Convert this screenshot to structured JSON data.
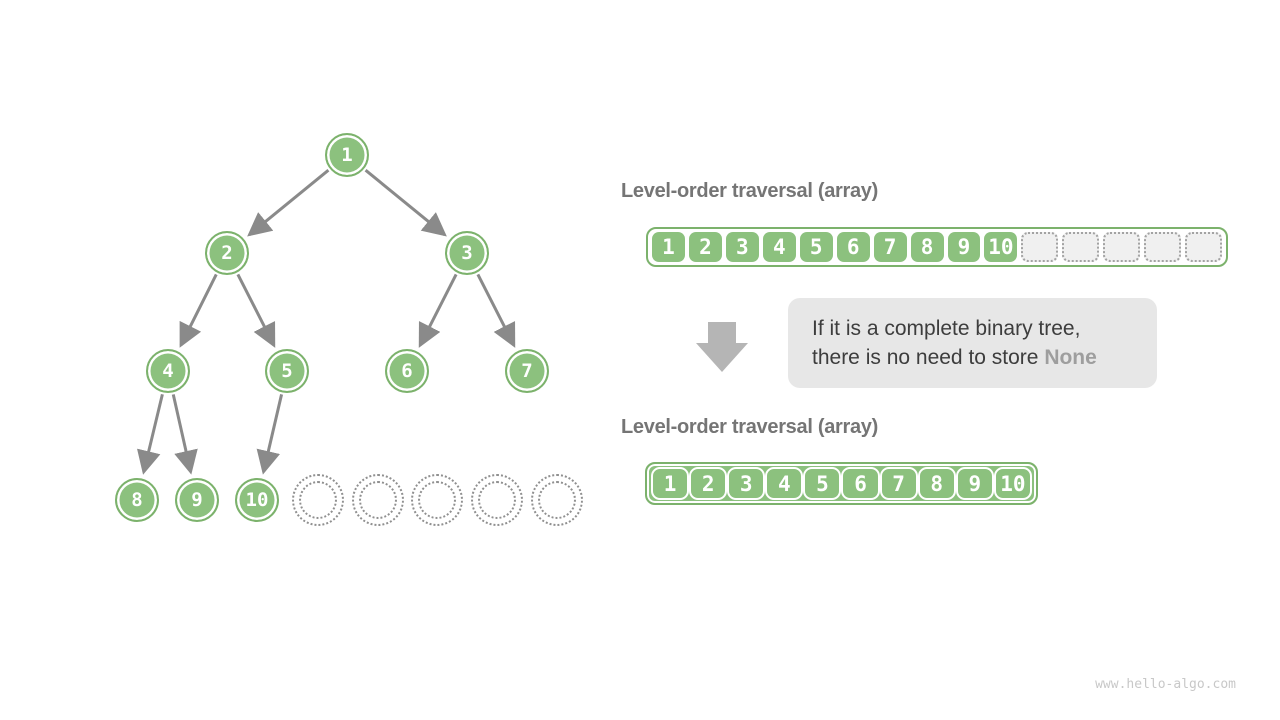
{
  "colors": {
    "node_fill": "#8cc17e",
    "node_border": "#7cb26c",
    "edge_gray": "#8a8a8a",
    "heading_gray": "#757575",
    "note_bg": "#e7e7e7",
    "note_text": "#3d3d3d",
    "none_gray": "#9e9e9e",
    "empty_cell_bg": "#f0f0f0",
    "watermark_gray": "#c8c8c8"
  },
  "tree": {
    "node_values": [
      "1",
      "2",
      "3",
      "4",
      "5",
      "6",
      "7",
      "8",
      "9",
      "10"
    ],
    "edges": [
      [
        "1",
        "2"
      ],
      [
        "1",
        "3"
      ],
      [
        "2",
        "4"
      ],
      [
        "2",
        "5"
      ],
      [
        "3",
        "6"
      ],
      [
        "3",
        "7"
      ],
      [
        "4",
        "8"
      ],
      [
        "4",
        "9"
      ],
      [
        "5",
        "10"
      ]
    ],
    "empty_node_count": 5
  },
  "top_section": {
    "heading": "Level-order traversal (array)",
    "cells": [
      "1",
      "2",
      "3",
      "4",
      "5",
      "6",
      "7",
      "8",
      "9",
      "10"
    ],
    "empty_cell_count": 5
  },
  "note": {
    "line1": "If it is a complete binary tree,",
    "line2_prefix": "there is no need to store ",
    "line2_highlight": "None"
  },
  "bottom_section": {
    "heading": "Level-order traversal (array)",
    "cells": [
      "1",
      "2",
      "3",
      "4",
      "5",
      "6",
      "7",
      "8",
      "9",
      "10"
    ]
  },
  "watermark": "www.hello-algo.com"
}
